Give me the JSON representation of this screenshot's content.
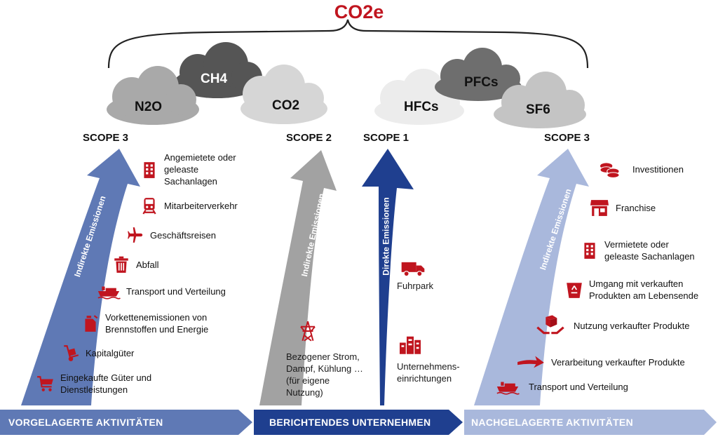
{
  "title": "CO2e",
  "gases": {
    "n2o": "N2O",
    "ch4": "CH4",
    "co2": "CO2",
    "hfcs": "HFCs",
    "pfcs": "PFCs",
    "sf6": "SF6"
  },
  "scopes": {
    "scope3_left": "SCOPE 3",
    "scope2": "SCOPE 2",
    "scope1": "SCOPE 1",
    "scope3_right": "SCOPE 3"
  },
  "arrow_labels": {
    "left": "Indirekte Emissionen",
    "scope2": "Indirekte Emissionen",
    "scope1": "Direkte Emissionen",
    "right": "Indirekte Emissionen"
  },
  "upstream_items": [
    {
      "label": "Angemietete oder\ngeleaste\nSachanlagen",
      "icon": "building-icon"
    },
    {
      "label": "Mitarbeiterverkehr",
      "icon": "train-icon"
    },
    {
      "label": "Geschäftsreisen",
      "icon": "airplane-icon"
    },
    {
      "label": "Abfall",
      "icon": "trash-icon"
    },
    {
      "label": "Transport und Verteilung",
      "icon": "ship-icon"
    },
    {
      "label": "Vorkettenemissionen von\nBrennstoffen und Energie",
      "icon": "fuel-can-icon"
    },
    {
      "label": "Kapitalgüter",
      "icon": "hand-truck-icon"
    },
    {
      "label": "Eingekaufte Güter und\nDienstleistungen",
      "icon": "shopping-cart-icon"
    }
  ],
  "scope2_items": [
    {
      "label": "Bezogener Strom,\nDampf, Kühlung …\n(für eigene\nNutzung)",
      "icon": "power-tower-icon"
    }
  ],
  "scope1_items": [
    {
      "label": "Fuhrpark",
      "icon": "truck-icon"
    },
    {
      "label": "Unternehmens-\neinrichtungen",
      "icon": "city-buildings-icon"
    }
  ],
  "downstream_items": [
    {
      "label": "Investitionen",
      "icon": "coins-icon"
    },
    {
      "label": "Franchise",
      "icon": "store-icon"
    },
    {
      "label": "Vermietete oder\ngeleaste Sachanlagen",
      "icon": "building-icon"
    },
    {
      "label": "Umgang mit verkauften\nProdukten am Lebensende",
      "icon": "recycle-bin-icon"
    },
    {
      "label": "Nutzung verkaufter Produkte",
      "icon": "hands-box-icon"
    },
    {
      "label": "Verarbeitung verkaufter Produkte",
      "icon": "red-arrow-icon"
    },
    {
      "label": "Transport und Verteilung",
      "icon": "ship-icon"
    }
  ],
  "bars": {
    "upstream": "VORGELAGERTE AKTIVITÄTEN",
    "reporting": "BERICHTENDES UNTERNEHMEN",
    "downstream": "NACHGELAGERTE AKTIVITÄTEN"
  },
  "colors": {
    "accent_red": "#c0151f",
    "upstream_blue": "#5f79b5",
    "reporting_navy": "#1f3f8f",
    "downstream_lightblue": "#a9b8dc",
    "scope2_gray": "#a0a0a0"
  }
}
